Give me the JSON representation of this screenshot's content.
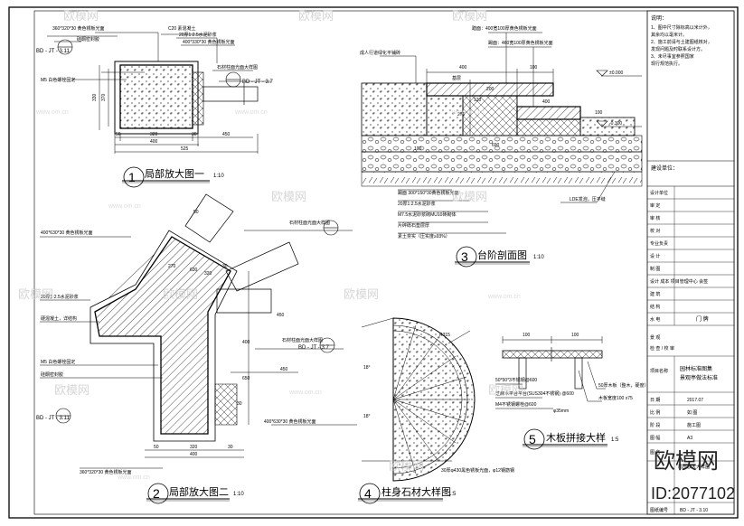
{
  "watermark": {
    "brand": "欧模网",
    "url": "www.om.cn",
    "big_brand": "欧模网",
    "id_text": "ID:2077102"
  },
  "detail1": {
    "number": "1",
    "title": "局部放大图一",
    "scale": "1:10",
    "labels": {
      "top_a": "360*320*30 黄色锈板光面",
      "top_b": "C20 素混凝土",
      "top_c": "20厚1:2.5水泥砂浆",
      "top_d": "400*330*30 黄色锈板光面",
      "top_e": "石材柱面光面大样图",
      "left_a": "M5 白色螺栓固定",
      "left_b": "硅酮密封胶",
      "ref_top": "BD - JT - 3.11",
      "ref_right": "BD - JT - 3.7"
    },
    "dims": {
      "h330": "330",
      "h370": "370",
      "b50a": "50",
      "b320": "320",
      "b30": "30",
      "b400": "400",
      "b450": "450",
      "b525": "525"
    }
  },
  "detail2": {
    "number": "2",
    "title": "局部放大图二",
    "scale": "1:10",
    "labels": {
      "top_a": "400*630*30 黄色锈板光面",
      "ref_a": "石材柱面光面大样图",
      "l1": "20厚1:2.5水泥砂浆",
      "l2": "硬混凝土，详结构",
      "l3": "M5 白色螺栓固定",
      "l4": "硅酮密封胶",
      "r1": "石材柱面光面大样图",
      "r2": "400*630*30 黄色锈板光面",
      "bottom": "360*320*30 黄色锈板光面",
      "ref_left": "BD - JT - 3.11",
      "ref_right": "BD - JT - 3.7"
    },
    "dims": {
      "d50a": "50",
      "d270": "270",
      "d630": "630",
      "d320": "320",
      "d30": "30",
      "d450a": "450",
      "d450b": "450",
      "d650": "650",
      "d400": "400",
      "d30b": "30",
      "d50b": "50",
      "d320b": "320",
      "d30c": "30",
      "d400b": "400"
    }
  },
  "detail3": {
    "number": "3",
    "title": "台阶剖面图",
    "scale": "1:10",
    "labels": {
      "t1": "踏面：400宽100厚黄色锈板光面",
      "t2": "踢面：460宽100厚黄色锈板光面",
      "t3": "基层",
      "t4": "成人行道绿化平铺砖",
      "e1": "±0.000",
      "e2": "-0.300",
      "b1": "踢面 300*150*30黄色锈板光面",
      "b2": "20厚1:2.5水泥砂浆",
      "b3": "M7.5水泥砂浆砌MU10砖砌体",
      "b4": "片碎砾石垫层厚",
      "b5": "素土夯实（压实度≥93%）",
      "b6": "LDE发泡，压平缝"
    },
    "dims": {
      "d400": "400",
      "d100a": "100",
      "d200": "200",
      "d120": "120",
      "d100b": "100",
      "d270": "270",
      "d690": "690",
      "d400b": "400",
      "d100c": "100"
    }
  },
  "detail4": {
    "number": "4",
    "title": "柱身石材大样图",
    "scale": "1:5",
    "labels": {
      "a1": "18°",
      "a2": "18°",
      "r1": "R315",
      "bottom": "30厚φ430黑色锈板光面，φ12钢筋钢"
    }
  },
  "detail5": {
    "number": "5",
    "title": "木板拼接大样",
    "scale": "1:5",
    "labels": {
      "top1": "100",
      "top2": "100",
      "l1": "50*50*3不锈钢@600",
      "l2": "芝麻木平台平台(SUS304不锈钢) @600",
      "l3": "M4不锈钢螺栓@600",
      "r1": "50厚木板（整木，硬度）",
      "r2": "木板宽度100 x75",
      "r3": "φ35mm"
    }
  },
  "titleblock": {
    "notes_head": "说明：",
    "notes_lines": [
      "1、图中尺寸除标高以米计外，",
      "   其余均以毫米计。",
      "2、施工前请与土建图纸核对，",
      "   发现问题及时联系设计方。",
      "3、未尽事宜参照国家",
      "   现行规范执行。"
    ],
    "build_unit": "建设单位：",
    "rows": [
      {
        "k": "设计单位",
        "v": ""
      },
      {
        "k": "审 定",
        "v": ""
      },
      {
        "k": "审 核",
        "v": ""
      },
      {
        "k": "校 对",
        "v": ""
      },
      {
        "k": "专业负责",
        "v": ""
      },
      {
        "k": "设 计",
        "v": ""
      },
      {
        "k": "制 图",
        "v": ""
      },
      {
        "k": "设计 成本 项目管理中心 会签",
        "v": ""
      },
      {
        "k": "建 筑",
        "v": ""
      },
      {
        "k": "结 构",
        "v": ""
      },
      {
        "k": "水 电",
        "v": ""
      },
      {
        "k": "景 观",
        "v": ""
      },
      {
        "k": "检 查 / 校 审",
        "v": "门 牌"
      }
    ],
    "project_label": "项目名称",
    "project_v1": "园林标准图集",
    "project_v2": "景观亭做法标准",
    "date_label": "日 期",
    "date": "2017.07",
    "scale_label": "比 例",
    "scale": "如 图",
    "stage_label": "阶 段",
    "stage": "施工图",
    "size_label": "图 幅",
    "size": "A3",
    "drawing_name_label": "图 名",
    "drawing_name": "局部放大大样图",
    "drawing_no_label": "图纸编号",
    "drawing_no": "BD - JT - 3.10"
  }
}
